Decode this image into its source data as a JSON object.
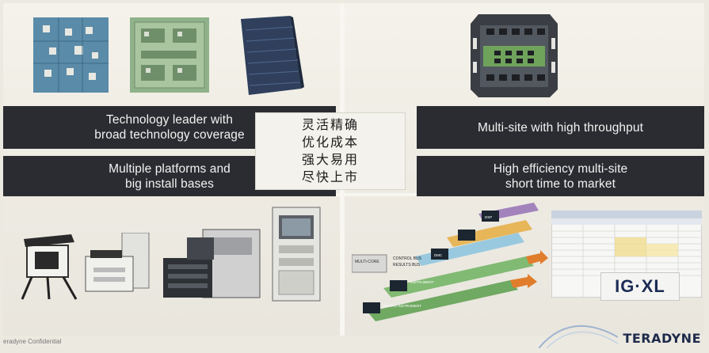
{
  "banners": {
    "top_left": "Technology leader with\nbroad technology coverage",
    "bottom_left": "Multiple platforms and\nbig install bases",
    "top_right": "Multi-site with high throughput",
    "bottom_right": "High efficiency multi-site\nshort time to market"
  },
  "center_box": {
    "text": "灵活精确\n优化成本\n强大易用\n尽快上市"
  },
  "diagram": {
    "labels": {
      "control_bus": "CONTROL BUS",
      "results_bus": "RESULTS BUS",
      "multi_core": "MULTI-CORE",
      "dsp": "DSP",
      "dmc": "DMC",
      "instrument": "INSTRUMENT",
      "digital": "DIGITAL INSTRUMENT"
    }
  },
  "software_logo": "IG·XL",
  "footer": {
    "confidential": "eradyne Confidential",
    "brand": "TERADYNE"
  },
  "colors": {
    "banner_bg": "#2a2c31",
    "banner_text": "#f2f2f2",
    "brand": "#1e2a4a"
  }
}
